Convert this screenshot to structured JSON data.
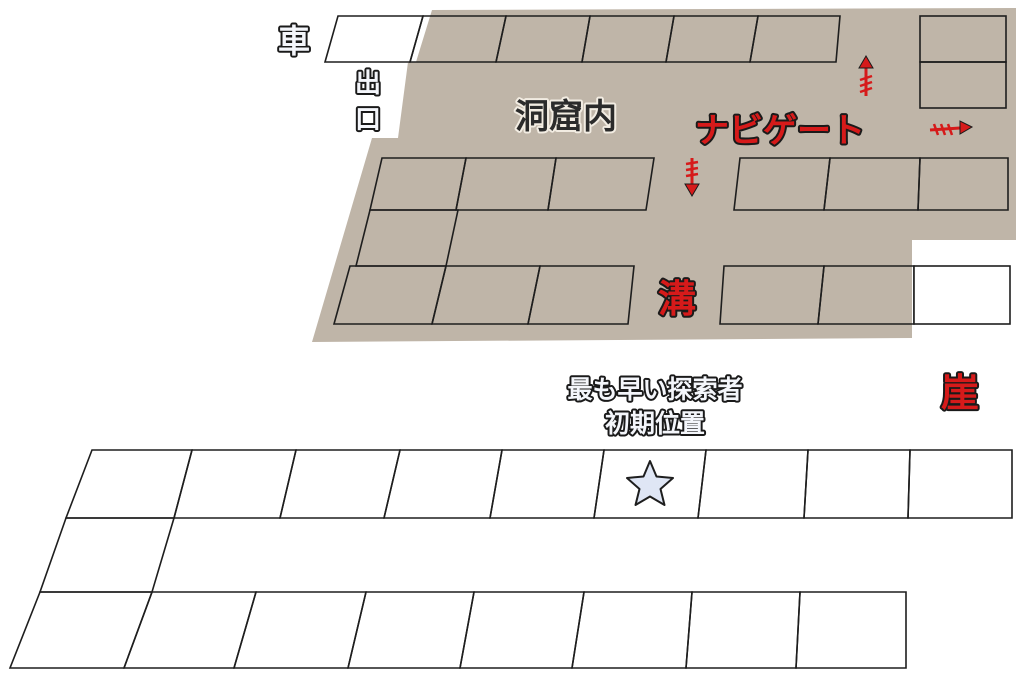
{
  "labels": {
    "car": "車",
    "exit_top": "出",
    "exit_bottom": "口",
    "cave_inside": "洞窟内",
    "navigate": "ナビゲート",
    "ditch": "溝",
    "cliff": "崖",
    "explorer_line1": "最も早い探索者",
    "explorer_line2": "初期位置"
  },
  "colors": {
    "cave_floor": "#bfb5a8",
    "accent_red": "#d61a1a",
    "star": "#dfe6f5",
    "tile_border": "#1e1e1e"
  },
  "icons": {
    "start_marker": "star-icon",
    "arrows": [
      "arrow-up-icon",
      "arrow-down-icon",
      "arrow-right-icon"
    ]
  }
}
